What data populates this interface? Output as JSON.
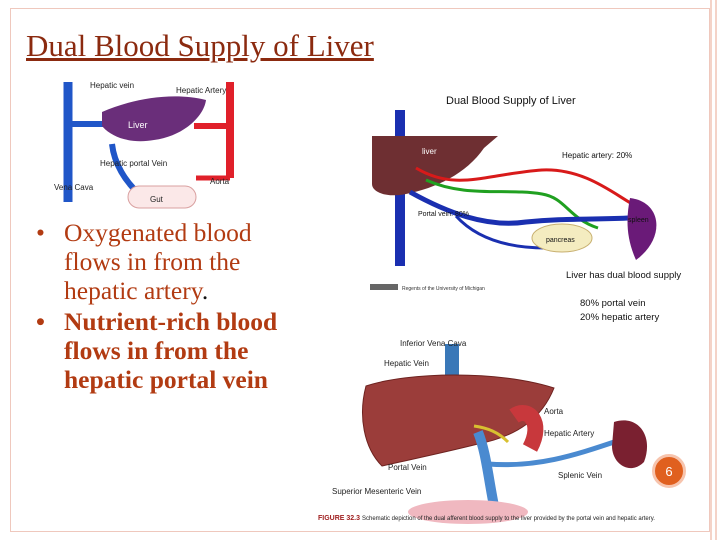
{
  "title": "Dual Blood Supply of Liver",
  "bullets": [
    {
      "lines": [
        "Oxygenated blood",
        "flows in from the",
        "hepatic artery",
        "."
      ]
    },
    {
      "lines": [
        "Nutrient-rich blood",
        "flows in from the",
        "hepatic portal vein"
      ]
    }
  ],
  "page_number": "6",
  "diagram1": {
    "labels": {
      "hepatic_vein": "Hepatic vein",
      "hepatic_artery": "Hepatic Artery",
      "liver": "Liver",
      "hepatic_portal_vein": "Hepatic portal Vein",
      "vena_cava": "Vena Cava",
      "aorta": "Aorta",
      "gut": "Gut"
    }
  },
  "diagram2": {
    "title": "Dual Blood Supply of Liver",
    "labels": {
      "liver": "liver",
      "hepatic_artery": "Hepatic artery: 20%",
      "portal_vein": "Portal vein: 80%",
      "spleen": "spleen",
      "pancreas": "pancreas",
      "dual_supply": "Liver has dual blood supply:",
      "portal_pct": "80% portal vein",
      "artery_pct": "20% hepatic artery",
      "credit": "Regents of the University of Michigan"
    }
  },
  "diagram3": {
    "labels": {
      "ivc": "Inferior Vena Cava",
      "hepatic_vein": "Hepatic Vein",
      "aorta": "Aorta",
      "hepatic_artery": "Hepatic Artery",
      "portal_vein": "Portal Vein",
      "splenic_vein": "Splenic Vein",
      "sup_mes_vein": "Superior Mesenteric Vein",
      "caption_fig": "FIGURE 32.3",
      "caption": "Schematic depiction of the dual afferent blood supply to the liver provided by the portal vein and hepatic artery."
    }
  }
}
